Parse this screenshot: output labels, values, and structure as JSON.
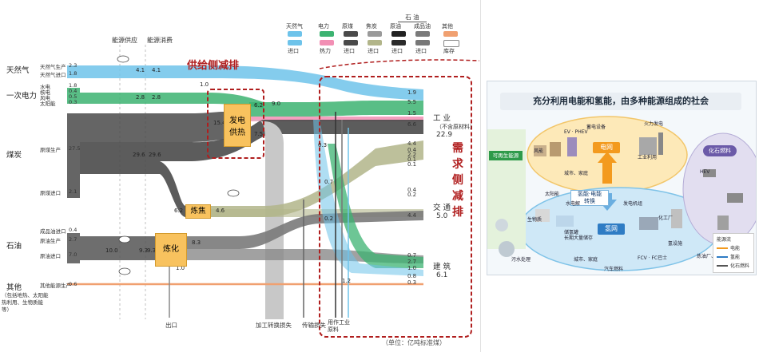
{
  "legend": {
    "items": [
      {
        "label": "天然气",
        "color": "#6ec3ea"
      },
      {
        "label": "电力",
        "color": "#3cb371"
      },
      {
        "label": "原煤",
        "color": "#4a4a4a"
      },
      {
        "label": "焦炭",
        "color": "#9a9a9a"
      },
      {
        "label": "原油",
        "color": "#222222"
      },
      {
        "label": "成品油",
        "color": "#7a7a7a"
      },
      {
        "label": "其他",
        "color": "#f0a070"
      }
    ],
    "group_label": "石 油",
    "row2": [
      "进口",
      "热力",
      "进口",
      "进口",
      "进口",
      "进口",
      "库存"
    ],
    "colors": {
      "gas": "#6ec3ea",
      "power": "#3cb371",
      "coal": "#4a4a4a",
      "coke": "#b2b58a",
      "oil": "#2a2a2a",
      "oilprod": "#777777",
      "other": "#f0a070",
      "heat": "#f28fb4",
      "link": "#b01e1e"
    }
  },
  "headers": {
    "supply": "能源供应",
    "consumption": "能源消费"
  },
  "sources": [
    {
      "name": "天然气",
      "items": [
        {
          "label": "天然气生产",
          "value": "2.3"
        },
        {
          "label": "天然气进口",
          "value": "1.8"
        }
      ]
    },
    {
      "name": "一次电力",
      "items": [
        {
          "label": "水电",
          "value": "1.8"
        },
        {
          "label": "核电",
          "value": "0.4"
        },
        {
          "label": "风电",
          "value": "0.5"
        },
        {
          "label": "太阳能",
          "value": "0.3"
        }
      ]
    },
    {
      "name": "煤炭",
      "items": [
        {
          "label": "原煤生产",
          "value": "27.5"
        },
        {
          "label": "原煤进口",
          "value": "2.1"
        }
      ]
    },
    {
      "name": "石油",
      "items": [
        {
          "label": "成品油进口",
          "value": "0.4"
        },
        {
          "label": "原油生产",
          "value": "2.7"
        },
        {
          "label": "原油进口",
          "value": "7.0"
        }
      ]
    },
    {
      "name": "其他",
      "sub": "（包括地热、太阳能热利用、生物质能等）",
      "items": [
        {
          "label": "其他能源生产",
          "value": "0.6"
        }
      ]
    }
  ],
  "flow_values": {
    "gas_a": "4.1",
    "gas_b": "4.1",
    "power_a": "2.8",
    "power_b": "2.8",
    "coal_a": "29.6",
    "coal_b": "29.6",
    "to_plant": "1.0",
    "plant_in": "15.4",
    "plant_out_a": "6.2",
    "plant_out_b": "9.0",
    "plant_out_c": "7.5",
    "coke_in": "6.2",
    "coke_out": "4.6",
    "oil_a": "10.0",
    "oil_b": "9.3",
    "oil_c": "9.3",
    "oil_out": "8.3",
    "oil_small": "1.0",
    "mid_a": "0.7",
    "mid_b": "0.2",
    "mid_c": "1.2",
    "top_small": "0.3"
  },
  "nodes": {
    "plant": "发电\n供热",
    "coke": "炼焦",
    "refinery": "炼化"
  },
  "sinks": {
    "industry": {
      "title": "工 业",
      "sub": "（不含原材料）",
      "value": "22.9"
    },
    "transport": {
      "title": "交 通",
      "value": "5.0"
    },
    "building": {
      "title": "建 筑",
      "value": "6.1"
    }
  },
  "sink_values": {
    "industry": [
      "1.9",
      "5.5",
      "1.5",
      "6.6",
      "4.4",
      "0.4",
      "2.2",
      "0.1",
      "0.1"
    ],
    "transport": [
      "0.4",
      "0.2",
      "4.4"
    ],
    "building": [
      "0.7",
      "2.7",
      "1.0",
      "0.8",
      "0.3"
    ]
  },
  "bottom_labels": {
    "export": "出口",
    "loss": "加工转换损失",
    "transmission": "传输损失",
    "feedstock": "用作工业\n原料"
  },
  "unit": "（单位：亿吨标准煤）",
  "annotations": {
    "supply_side": "供给侧减排",
    "demand_side": "需求侧减排"
  },
  "panel": {
    "title": "充分利用电能和氢能，由多种能源组成的社会",
    "power_grid": "电网",
    "hydrogen_grid": "氢网",
    "conversion": "氢能·电能\n转换",
    "renewables": "可再生能源",
    "fossil": "化石燃料",
    "labels": [
      "EV · PHEV",
      "蓄电设备",
      "火力发电",
      "风能",
      "城市、家庭",
      "工业利用",
      "HEV",
      "太阳能",
      "生物质",
      "水电解",
      "发电机组",
      "储氢罐\n长期大量储存",
      "城市、家庭",
      "汽车燃料",
      "FCV · FC巴士",
      "化工厂",
      "污水处理",
      "氢设施",
      "炼油厂、化工厂"
    ],
    "legend_title": "能源流",
    "legend_items": [
      "电能",
      "氢能",
      "化石燃料"
    ]
  }
}
